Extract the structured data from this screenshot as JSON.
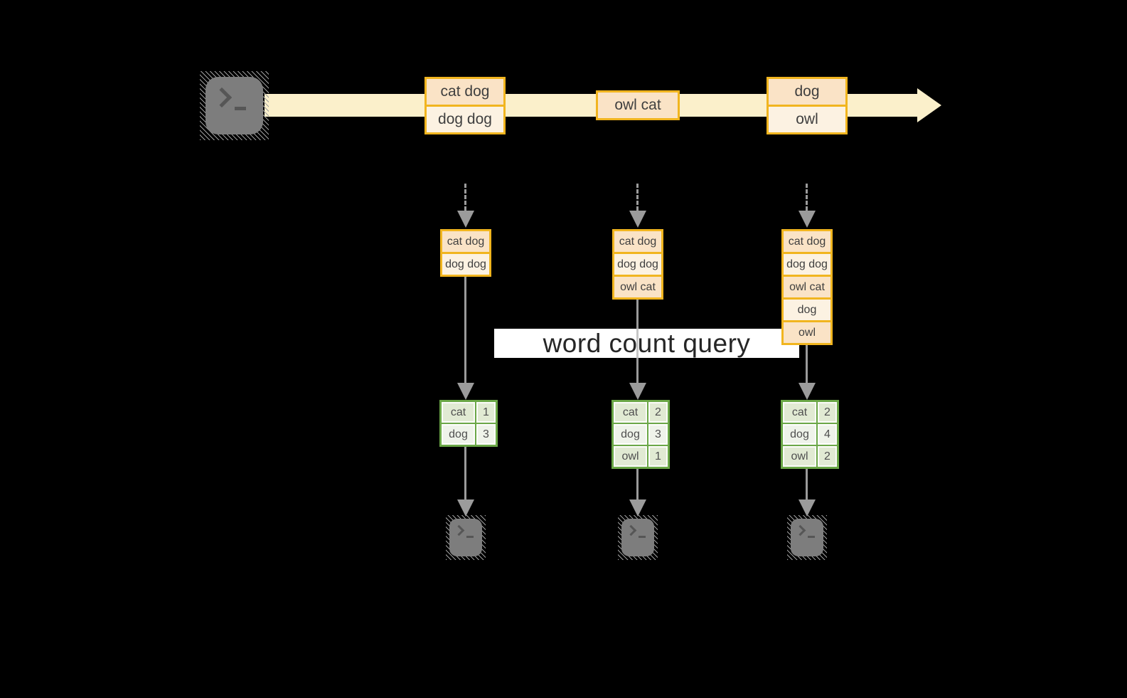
{
  "diagram": {
    "query_label": "word count query",
    "source_icon": "terminal-icon",
    "sink_icon": "terminal-icon",
    "colors": {
      "background": "#000000",
      "timeline_arrow": "#FBF0CB",
      "event_border": "#F1B51F",
      "event_fill_dark": "#FAE3C6",
      "event_fill_light": "#FCF2E2",
      "table_border": "#6BA747",
      "table_fill_dark": "#E1EAD3",
      "table_fill_light": "#EFF3EA",
      "connector_gray": "#9b9b9b"
    },
    "timeline_events": [
      {
        "rows": [
          "cat dog",
          "dog dog"
        ]
      },
      {
        "rows": [
          "owl cat"
        ]
      },
      {
        "rows": [
          "dog",
          "owl"
        ]
      }
    ],
    "columns": [
      {
        "buffer_rows": [
          "cat dog",
          "dog dog"
        ],
        "count_rows": [
          {
            "word": "cat",
            "count": "1"
          },
          {
            "word": "dog",
            "count": "3"
          }
        ]
      },
      {
        "buffer_rows": [
          "cat dog",
          "dog dog",
          "owl cat"
        ],
        "count_rows": [
          {
            "word": "cat",
            "count": "2"
          },
          {
            "word": "dog",
            "count": "3"
          },
          {
            "word": "owl",
            "count": "1"
          }
        ]
      },
      {
        "buffer_rows": [
          "cat dog",
          "dog dog",
          "owl cat",
          "dog",
          "owl"
        ],
        "count_rows": [
          {
            "word": "cat",
            "count": "2"
          },
          {
            "word": "dog",
            "count": "4"
          },
          {
            "word": "owl",
            "count": "2"
          }
        ]
      }
    ]
  }
}
